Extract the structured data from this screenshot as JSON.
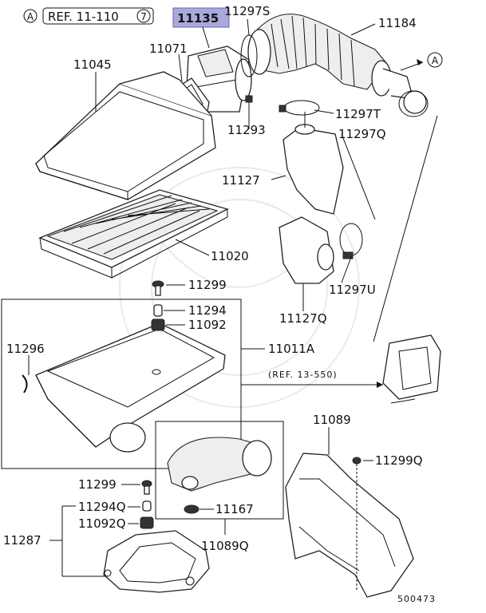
{
  "ref_top": {
    "marker": "A",
    "text": "REF. 11-110",
    "circled": "7"
  },
  "highlight_part": "11135",
  "ref_mid": "(REF. 13-550)",
  "marker_right": "A",
  "diagram_code": "500473",
  "highlight_color": "#a9a9db",
  "parts": {
    "p11297S": "11297S",
    "p11184": "11184",
    "p11071": "11071",
    "p11045": "11045",
    "p11297T": "11297T",
    "p11293": "11293",
    "p11297Q": "11297Q",
    "p11127": "11127",
    "p11020": "11020",
    "p11297U": "11297U",
    "p11299a": "11299",
    "p11127Q": "11127Q",
    "p11294a": "11294",
    "p11092a": "11092",
    "p11296": "11296",
    "p11011A": "11011A",
    "p11089": "11089",
    "p11299Q": "11299Q",
    "p11299b": "11299",
    "p11294Q": "11294Q",
    "p11167": "11167",
    "p11092Q": "11092Q",
    "p11287": "11287",
    "p11089Q": "11089Q"
  }
}
